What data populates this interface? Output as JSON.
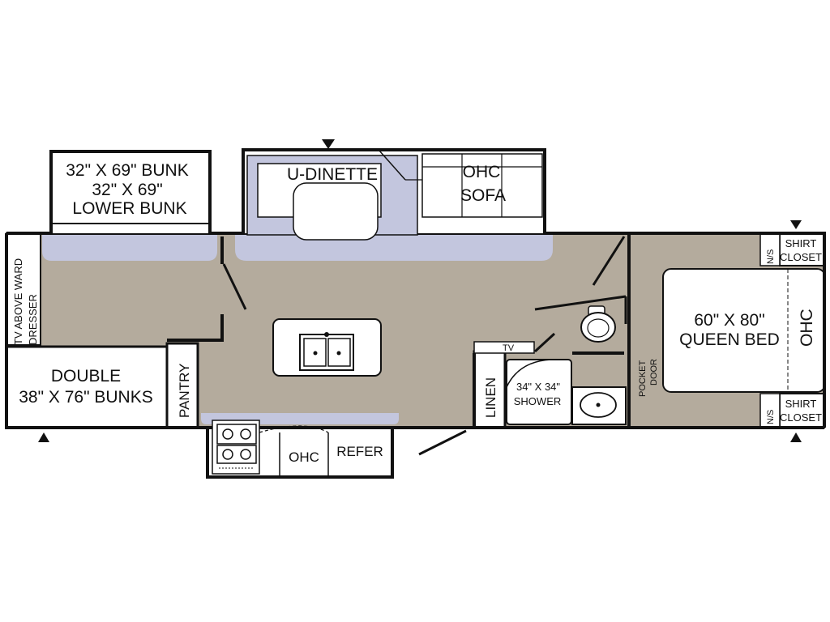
{
  "colors": {
    "floor": "#b4ab9d",
    "slide": "#c3c6de",
    "wall": "#111111",
    "room": "#ffffff"
  },
  "labels": {
    "bunk_upper": "32\" X 69\" BUNK",
    "bunk_mid": "32\" X 69\"",
    "bunk_lower": "LOWER BUNK",
    "dinette": "U-DINETTE",
    "ohc_slide": "OHC",
    "sofa": "SOFA",
    "tv_wardrobe_1": "TV ABOVE WARD",
    "tv_wardrobe_2": "DRESSER",
    "double_bunks_1": "DOUBLE",
    "double_bunks_2": "38\" X 76\" BUNKS",
    "pantry": "PANTRY",
    "ohc_kitchen": "OHC",
    "refer": "REFER",
    "linen": "LINEN",
    "tv_bath": "TV",
    "shower_1": "34\" X 34\"",
    "shower_2": "SHOWER",
    "pocket_door_1": "POCKET",
    "pocket_door_2": "DOOR",
    "queen_1": "60\" X 80\"",
    "queen_2": "QUEEN BED",
    "ohc_bed": "OHC",
    "ns_top": "N/S",
    "ns_bottom": "N/S",
    "shirt_top": "SHIRT",
    "closet_top": "CLOSET",
    "shirt_bottom": "SHIRT",
    "closet_bottom": "CLOSET"
  },
  "icons": [
    "sink-icon",
    "stove-burner-icon",
    "toilet-icon",
    "lavatory-icon",
    "entry-door-arrow-icon"
  ]
}
